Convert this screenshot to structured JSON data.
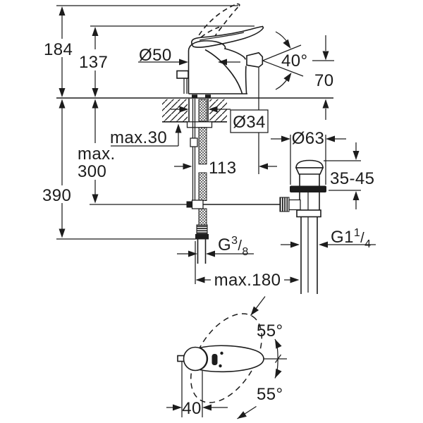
{
  "colors": {
    "line": "#1c1c1c",
    "background": "#ffffff"
  },
  "labels": {
    "dim_184": "184",
    "dim_137": "137",
    "dia_50": "Ø50",
    "angle_40": "40°",
    "dim_70": "70",
    "dia_34": "Ø34",
    "max_30": "max.30",
    "max_300_line1": "max.",
    "max_300_line2": "300",
    "dim_390": "390",
    "dim_113": "113",
    "dia_63": "Ø63",
    "range_35_45": "35-45",
    "g38": {
      "main": "G",
      "sup": "3",
      "slash": "/",
      "sub": "8"
    },
    "g114": {
      "main": "G1",
      "sup": "1",
      "slash": "/",
      "sub": "4"
    },
    "max_180": "max.180",
    "angle_55_top": "55°",
    "angle_55_bottom": "55°",
    "dim_40": "40"
  }
}
